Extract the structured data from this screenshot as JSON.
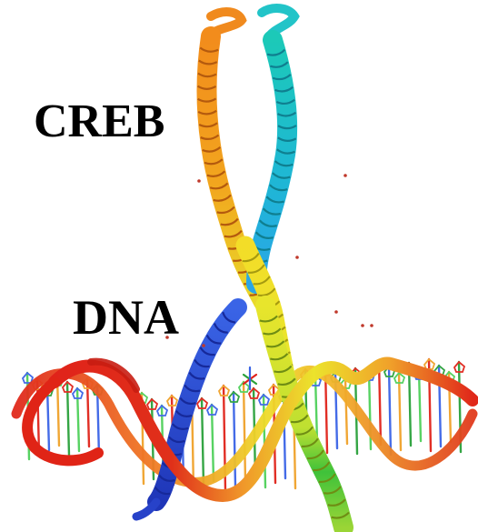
{
  "labels": {
    "protein": "CREB",
    "nucleic_acid": "DNA"
  },
  "colors": {
    "background": "#ffffff",
    "label_text": "#000000",
    "helix_orange": "#f08a1e",
    "helix_cyan": "#22c4c8",
    "helix_yellow": "#ece22a",
    "helix_blue": "#2a4fd8",
    "helix_green": "#22b02a",
    "dna_red": "#e02416",
    "dna_orange": "#f39a2a",
    "dna_yellow": "#e3e02a",
    "bases_green": "#4fd05a",
    "water_dot": "#c0392b"
  },
  "icons": {
    "structure": "protein-dna-ribbon-structure"
  }
}
